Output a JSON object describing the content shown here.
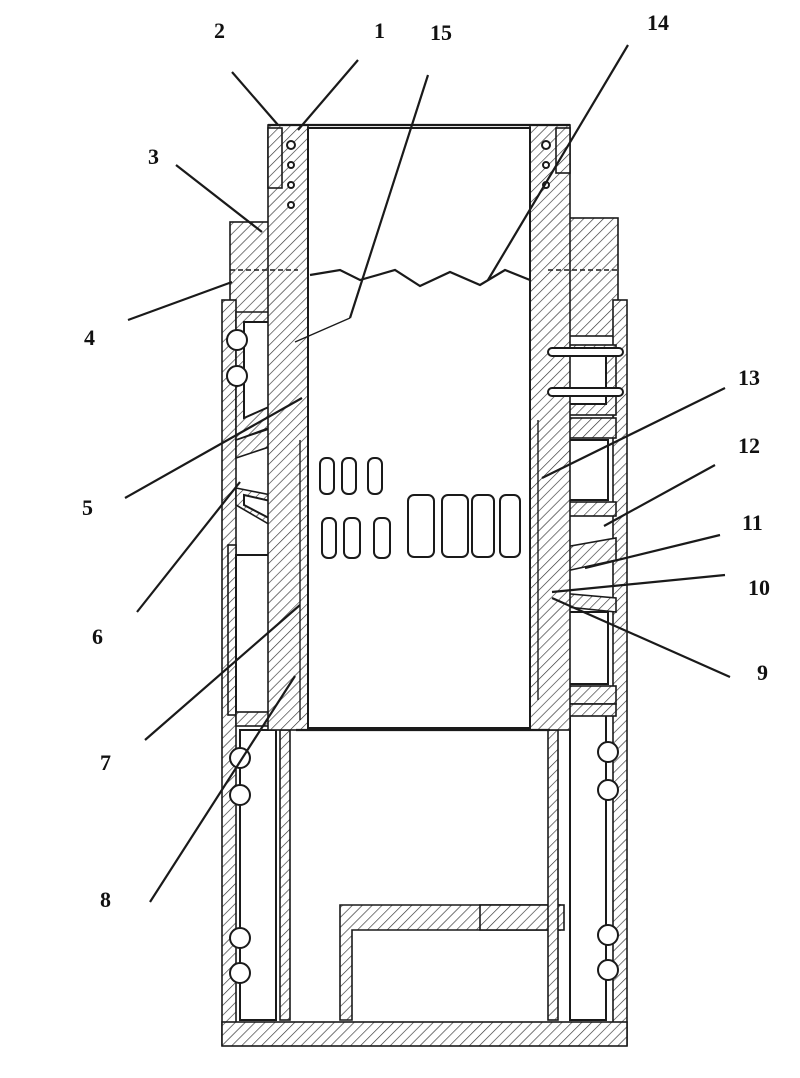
{
  "callouts": [
    {
      "id": "c2",
      "text": "2"
    },
    {
      "id": "c1",
      "text": "1"
    },
    {
      "id": "c15",
      "text": "15"
    },
    {
      "id": "c14",
      "text": "14"
    },
    {
      "id": "c3",
      "text": "3"
    },
    {
      "id": "c4",
      "text": "4"
    },
    {
      "id": "c13",
      "text": "13"
    },
    {
      "id": "c12",
      "text": "12"
    },
    {
      "id": "c5",
      "text": "5"
    },
    {
      "id": "c11",
      "text": "11"
    },
    {
      "id": "c10",
      "text": "10"
    },
    {
      "id": "c6",
      "text": "6"
    },
    {
      "id": "c9",
      "text": "9"
    },
    {
      "id": "c7",
      "text": "7"
    },
    {
      "id": "c8",
      "text": "8"
    }
  ]
}
